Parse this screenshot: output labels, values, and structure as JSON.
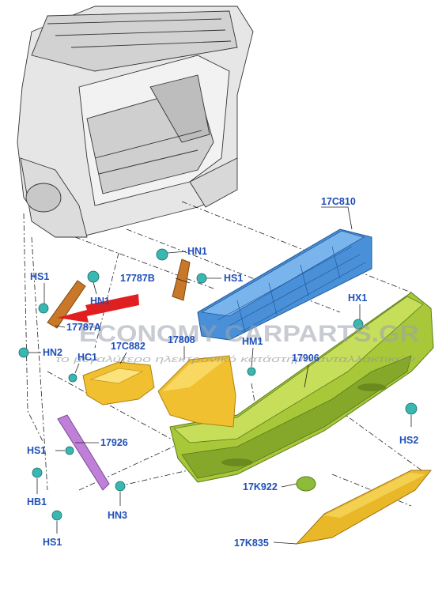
{
  "labels": {
    "p17C810": "17C810",
    "pHN1a": "HN1",
    "p17787B": "17787B",
    "pHS1a": "HS1",
    "pHS1b": "HS1",
    "pHN1b": "HN1",
    "p17787A": "17787A",
    "pHX1": "HX1",
    "pHN2": "HN2",
    "pHC1": "HC1",
    "p17C882": "17C882",
    "p17808": "17808",
    "pHM1": "HM1",
    "p17906": "17906",
    "pHS2": "HS2",
    "p17926": "17926",
    "pHS1c": "HS1",
    "pHB1": "HB1",
    "pHN3": "HN3",
    "p17K922": "17K922",
    "p17K835": "17K835",
    "pHS1d": "HS1"
  },
  "watermark": {
    "brand": "ECONOMY CARPARTS.GR",
    "tagline": "το μεγαλύτερο ηλεκτρονικό κατάστημα ανταλλακτικών"
  },
  "colors": {
    "label": "#1f4fb8",
    "absorber": "#4a90d8",
    "bumper": "#a8c83a",
    "cover": "#f0c030",
    "bracket": "#c87828",
    "support": "#c080d8",
    "clip": "#38b8b0",
    "arrow": "#e02020"
  }
}
